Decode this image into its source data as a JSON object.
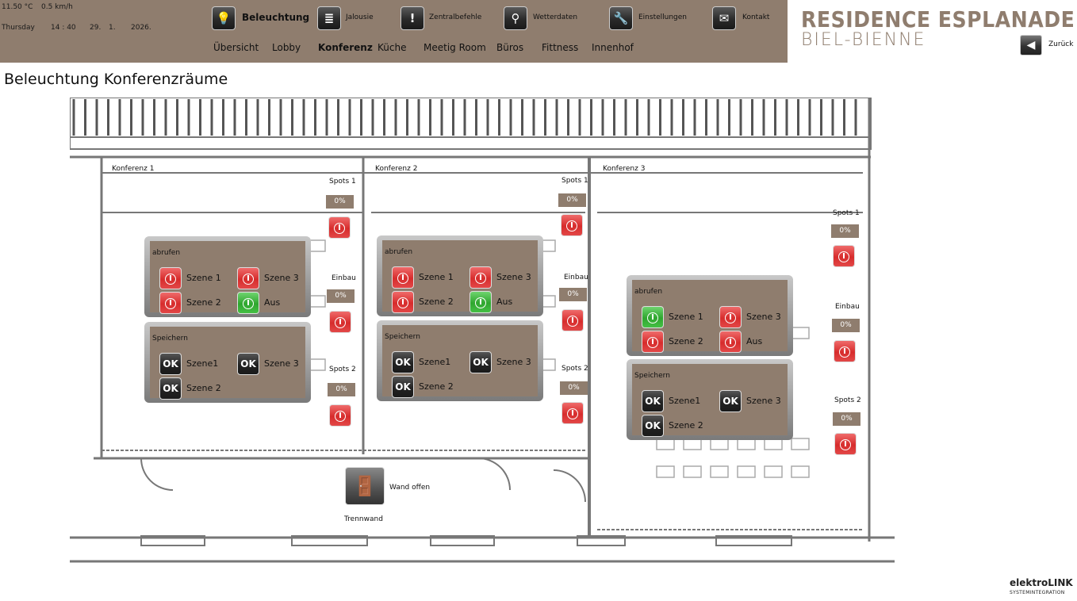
{
  "header": {
    "temperature": "11.50 °C",
    "wind": "0.5 km/h",
    "weekday": "Thursday",
    "time": "14 : 40",
    "day": "29.",
    "month": "1.",
    "year": "2026.",
    "nav": [
      {
        "label": "Beleuchtung",
        "icon": "lightbulb-icon",
        "active": true
      },
      {
        "label": "Jalousie",
        "icon": "blinds-icon"
      },
      {
        "label": "Zentralbefehle",
        "icon": "exclamation-icon"
      },
      {
        "label": "Wetterdaten",
        "icon": "weather-station-icon"
      },
      {
        "label": "Einstellungen",
        "icon": "wrench-icon"
      },
      {
        "label": "Kontakt",
        "icon": "envelope-icon"
      }
    ],
    "subnav": [
      "Übersicht",
      "Lobby",
      "Konferenz",
      "Küche",
      "Meetig Room",
      "Büros",
      "Fittness",
      "Innenhof"
    ],
    "subnav_active": "Konferenz"
  },
  "brand": {
    "line1": "RESIDENCE ESPLANADE",
    "line2": "BIEL-BIENNE",
    "back_label": "Zurück"
  },
  "page_title": "Beleuchtung Konferenzräume",
  "rooms": [
    {
      "name": "Konferenz 1",
      "channels": [
        {
          "label": "Spots 1",
          "value": "0%"
        },
        {
          "label": "Einbau",
          "value": "0%"
        },
        {
          "label": "Spots 2",
          "value": "0%"
        }
      ],
      "recall": {
        "title": "abrufen",
        "buttons": [
          {
            "label": "Szene 1",
            "state": "red"
          },
          {
            "label": "Szene 3",
            "state": "red"
          },
          {
            "label": "Szene 2",
            "state": "red"
          },
          {
            "label": "Aus",
            "state": "green"
          }
        ]
      },
      "store": {
        "title": "Speichern",
        "button_text": "OK",
        "buttons": [
          "Szene1",
          "Szene 3",
          "Szene 2"
        ]
      }
    },
    {
      "name": "Konferenz 2",
      "channels": [
        {
          "label": "Spots 1",
          "value": "0%"
        },
        {
          "label": "Einbau",
          "value": "0%"
        },
        {
          "label": "Spots 2",
          "value": "0%"
        }
      ],
      "recall": {
        "title": "abrufen",
        "buttons": [
          {
            "label": "Szene 1",
            "state": "red"
          },
          {
            "label": "Szene 3",
            "state": "red"
          },
          {
            "label": "Szene 2",
            "state": "red"
          },
          {
            "label": "Aus",
            "state": "green"
          }
        ]
      },
      "store": {
        "title": "Speichern",
        "button_text": "OK",
        "buttons": [
          "Szene1",
          "Szene 3",
          "Szene 2"
        ]
      }
    },
    {
      "name": "Konferenz 3",
      "channels": [
        {
          "label": "Spots 1",
          "value": "0%"
        },
        {
          "label": "Einbau",
          "value": "0%"
        },
        {
          "label": "Spots 2",
          "value": "0%"
        }
      ],
      "recall": {
        "title": "abrufen",
        "buttons": [
          {
            "label": "Szene 1",
            "state": "green"
          },
          {
            "label": "Szene 3",
            "state": "red"
          },
          {
            "label": "Szene 2",
            "state": "red"
          },
          {
            "label": "Aus",
            "state": "red"
          }
        ]
      },
      "store": {
        "title": "Speichern",
        "button_text": "OK",
        "buttons": [
          "Szene1",
          "Szene 3",
          "Szene 2"
        ]
      }
    }
  ],
  "partition": {
    "status": "Wand offen",
    "label": "Trennwand"
  },
  "footer_logo": {
    "brand": "elektroLINK",
    "tagline": "SYSTEMINTEGRATION"
  }
}
